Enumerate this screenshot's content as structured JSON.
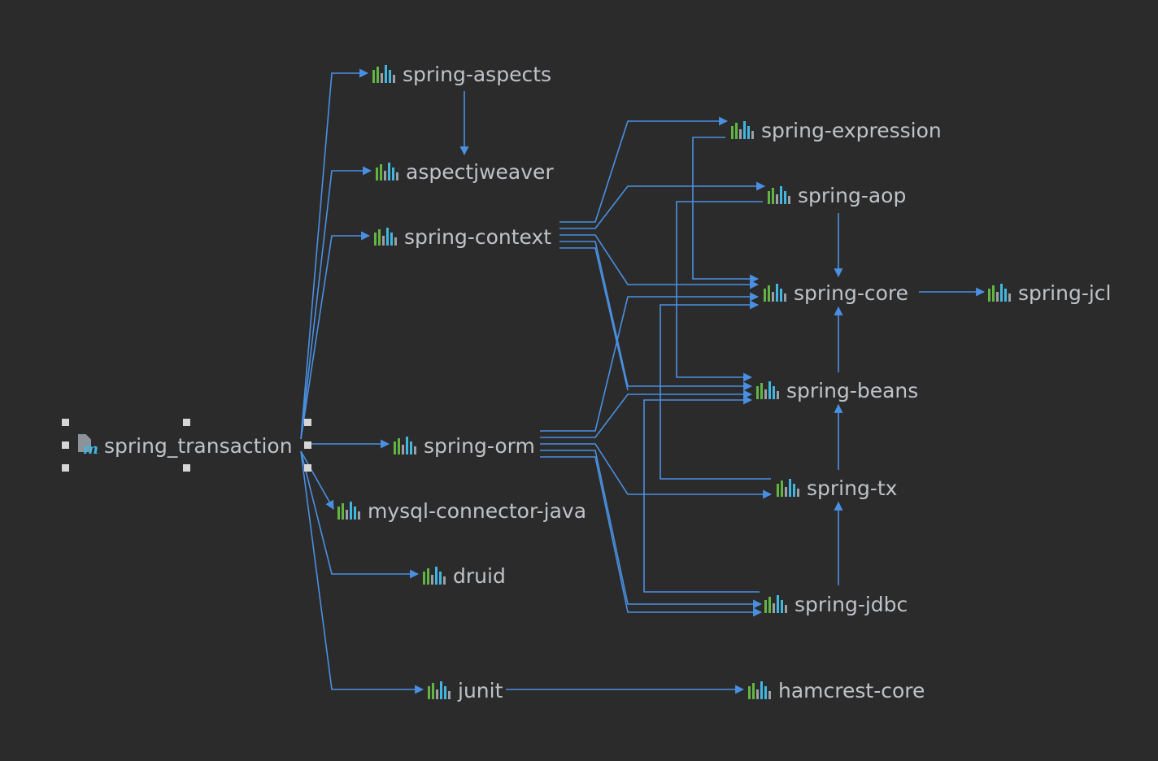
{
  "root": {
    "label": "spring_transaction",
    "icon": "maven-module-icon"
  },
  "nodes": {
    "spring_aspects": "spring-aspects",
    "aspectjweaver": "aspectjweaver",
    "spring_context": "spring-context",
    "spring_orm": "spring-orm",
    "mysql": "mysql-connector-java",
    "druid": "druid",
    "junit": "junit",
    "spring_expression": "spring-expression",
    "spring_aop": "spring-aop",
    "spring_core": "spring-core",
    "spring_jcl": "spring-jcl",
    "spring_beans": "spring-beans",
    "spring_tx": "spring-tx",
    "spring_jdbc": "spring-jdbc",
    "hamcrest": "hamcrest-core"
  },
  "library_icon": "library-bars-icon",
  "colors": {
    "background": "#2b2b2b",
    "edge": "#4a90e2",
    "text": "#bfc3c8",
    "icon_green": "#62b543",
    "icon_blue": "#40b6e0"
  }
}
